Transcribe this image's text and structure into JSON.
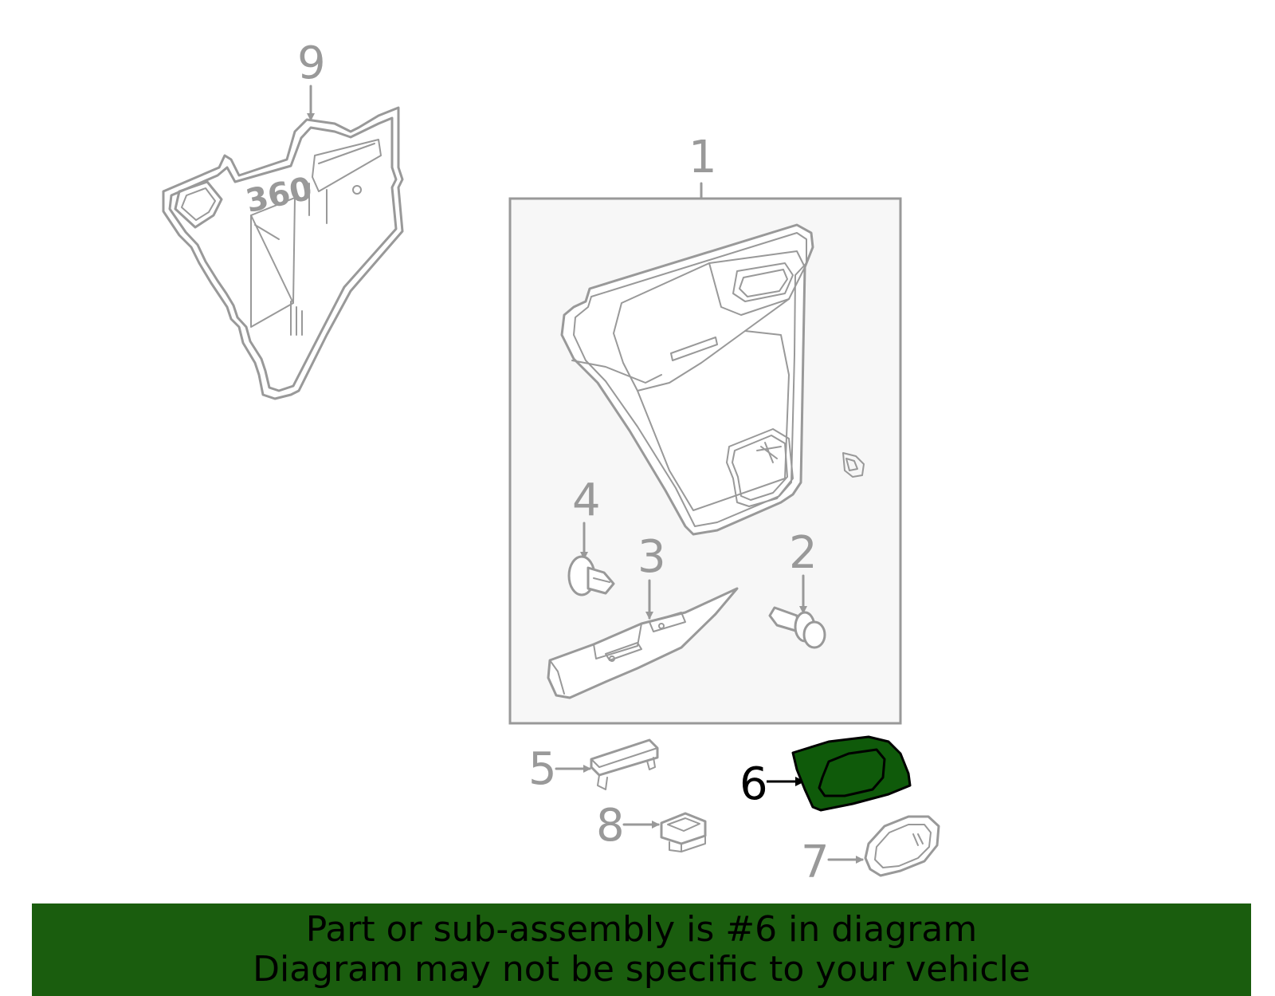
{
  "colors": {
    "outline": "#999999",
    "highlight_fill": "#0f5a0a",
    "highlight_stroke": "#000000",
    "banner_bg": "#1a5d0e",
    "banner_text": "#000000"
  },
  "diagram": {
    "highlighted_part": "6",
    "callouts": {
      "c1": "1",
      "c2": "2",
      "c3": "3",
      "c4": "4",
      "c5": "5",
      "c6": "6",
      "c7": "7",
      "c8": "8",
      "c9": "9"
    },
    "part9_stamp": "360"
  },
  "banner": {
    "line1": "Part or sub-assembly is #6 in diagram",
    "line2": "Diagram may not be specific to your vehicle"
  }
}
